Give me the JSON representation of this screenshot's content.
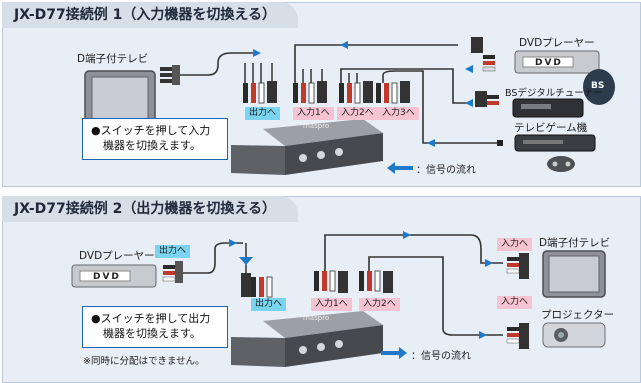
{
  "section1": {
    "title": "JX-D77接続例 1（入力機器を切換える）",
    "tv_label": "D端子付テレビ",
    "dvd_label": "DVDプレーヤー",
    "bs_label": "BSデジタルチューナー",
    "game_label": "テレビゲーム機",
    "out_tag": "出力へ",
    "in1_tag": "入力1へ",
    "in2_tag": "入力2へ",
    "in3_tag": "入力3へ",
    "note_line1": "●スイッチを押して入力",
    "note_line2": "機器を切換えます。",
    "legend": "：信号の流れ",
    "dvd_logo": "DVD",
    "bs_logo": "BS",
    "brand": "maspro"
  },
  "section2": {
    "title": "JX-D77接続例 2（出力機器を切換える）",
    "dvd_label": "DVDプレーヤー",
    "tv_label": "D端子付テレビ",
    "projector_label": "プロジェクター",
    "out_tag_dvd": "出力へ",
    "out_tag_box": "出力へ",
    "in1_tag": "入力1へ",
    "in2_tag": "入力2へ",
    "in_tag_tv": "入力へ",
    "in_tag_proj": "入力へ",
    "note_line1": "●スイッチを押して出力",
    "note_line2": "機器を切換えます。",
    "footnote": "※同時に分配はできません。",
    "legend": "：信号の流れ",
    "dvd_logo": "DVD",
    "brand": "maspro"
  },
  "colors": {
    "arrow": "#1f78c8",
    "panel_bg": "#e7eef6",
    "tab_bg": "#d6dee8",
    "out_tag": "#7ad3ef",
    "in_tag": "#f6c3d3"
  }
}
